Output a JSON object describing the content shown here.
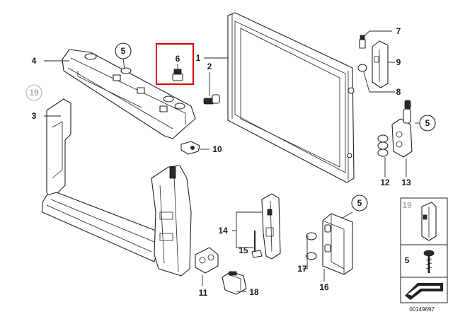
{
  "callouts": {
    "c1": "1",
    "c2": "2",
    "c3": "3",
    "c4": "4",
    "c5a": "5",
    "c5b": "5",
    "c5c": "5",
    "c6": "6",
    "c7": "7",
    "c8": "8",
    "c9": "9",
    "c10": "10",
    "c11": "11",
    "c12": "12",
    "c13": "13",
    "c14": "14",
    "c15": "15",
    "c16": "16",
    "c17": "17",
    "c18": "18",
    "c19": "19"
  },
  "inset": {
    "item_19": "19",
    "item_5": "5"
  },
  "diagram_code": "00149697",
  "highlight_color": "#d40000"
}
